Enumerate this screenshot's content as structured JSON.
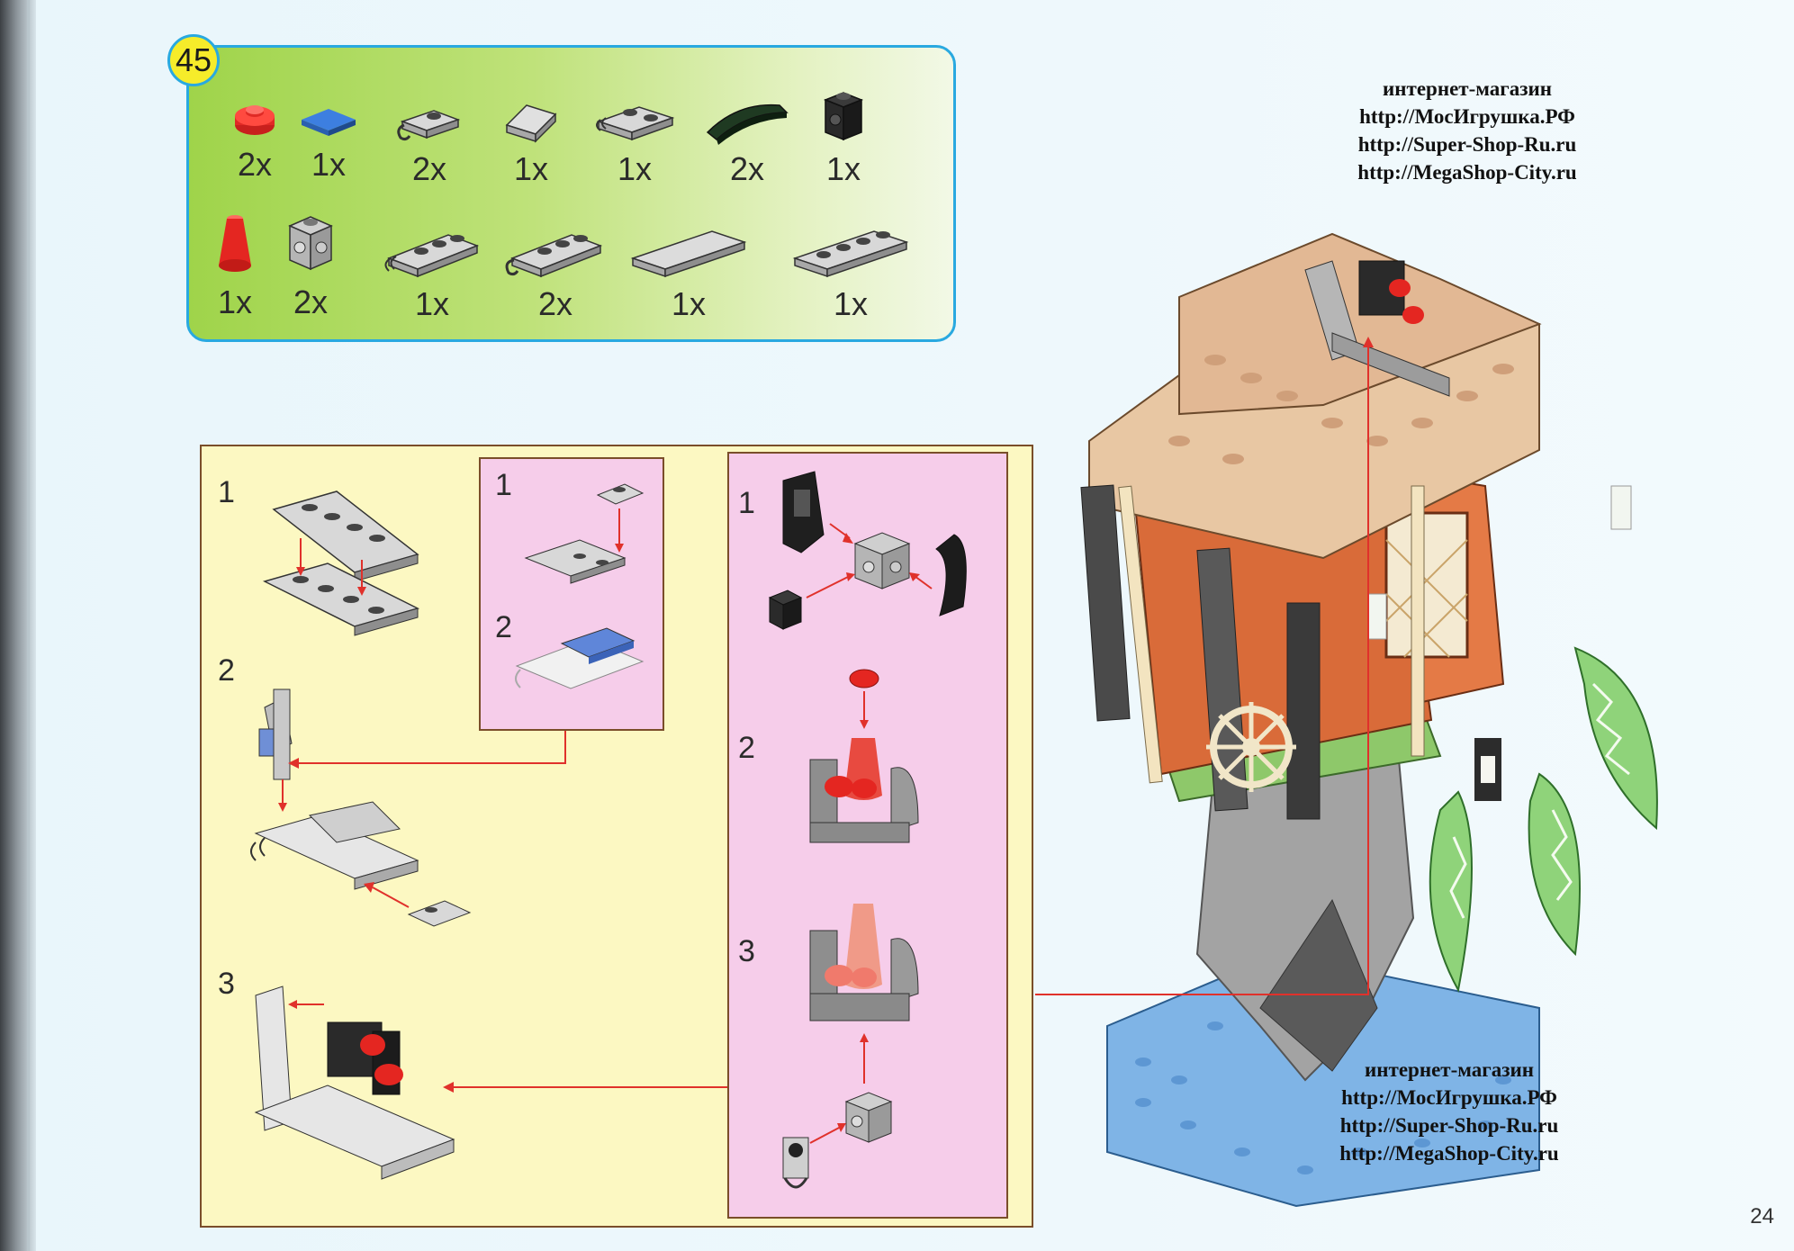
{
  "step": {
    "number": "45"
  },
  "parts": {
    "row1": [
      {
        "icon": "round-plate-red-icon",
        "qty": "2x"
      },
      {
        "icon": "tile-blue-icon",
        "qty": "1x"
      },
      {
        "icon": "plate-clip-gray-icon",
        "qty": "2x"
      },
      {
        "icon": "slope-gray-icon",
        "qty": "1x"
      },
      {
        "icon": "plate-hinge-gray-icon",
        "qty": "1x"
      },
      {
        "icon": "curved-slope-black-icon",
        "qty": "2x"
      },
      {
        "icon": "brick-side-stud-black-icon",
        "qty": "1x"
      }
    ],
    "row2": [
      {
        "icon": "cone-red-icon",
        "qty": "1x"
      },
      {
        "icon": "brick-four-side-studs-gray-icon",
        "qty": "2x"
      },
      {
        "icon": "plate-1x3-handle-gray-icon",
        "qty": "1x"
      },
      {
        "icon": "plate-1x3-clip-gray-icon",
        "qty": "2x"
      },
      {
        "icon": "tile-1x4-gray-icon",
        "qty": "1x"
      },
      {
        "icon": "plate-1x4-gray-icon",
        "qty": "1x"
      }
    ]
  },
  "substeps": {
    "left": [
      "1",
      "2",
      "3"
    ],
    "middle": [
      "1",
      "2"
    ],
    "right": [
      "1",
      "2",
      "3"
    ]
  },
  "watermark_top": {
    "line1": "интернет-магазин",
    "line2": "http://МосИгрушка.РФ",
    "line3": "http://Super-Shop-Ru.ru",
    "line4": "http://MegaShop-City.ru"
  },
  "watermark_bottom": {
    "line1": "интернет-магазин",
    "line2": "http://МосИгрушка.РФ",
    "line3": "http://Super-Shop-Ru.ru",
    "line4": "http://MegaShop-City.ru"
  },
  "page_number": "24",
  "colors": {
    "arrow": "#e0312b",
    "parts_border": "#29a9e0",
    "badge": "#f6ec2a",
    "sub_area": "#fcf8c2",
    "pink_box": "#f6cdea"
  }
}
